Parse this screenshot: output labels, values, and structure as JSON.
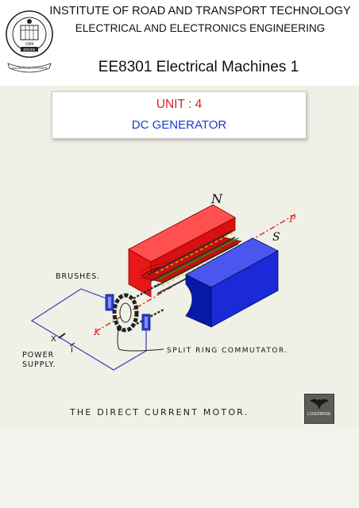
{
  "header": {
    "institute": "INSTITUTE OF ROAD AND TRANSPORT TECHNOLOGY",
    "department": "ELECTRICAL AND ELECTRONICS ENGINEERING",
    "course": "EE8301 Electrical Machines 1"
  },
  "logo": {
    "year": "1984",
    "place": "ERODE",
    "motto": "KNOWLEDGE IS POWER"
  },
  "slide": {
    "unit": "UNIT : 4",
    "topic": "DC GENERATOR"
  },
  "diagram": {
    "pole_north": "N",
    "pole_south": "S",
    "label_p": "P",
    "label_x": "X",
    "label_i": "I",
    "label_k": "K",
    "brushes": "BRUSHES.",
    "power_1": "POWER",
    "power_2": "SUPPLY.",
    "commutator": "SPLIT RING COMMUTATOR.",
    "caption": "THE DIRECT CURRENT MOTOR.",
    "badge": "LOGOWISE",
    "colors": {
      "north_pole": "#e81818",
      "south_pole": "#1a2ad8",
      "circuit": "#3040c0",
      "background": "#eff0e6"
    }
  }
}
